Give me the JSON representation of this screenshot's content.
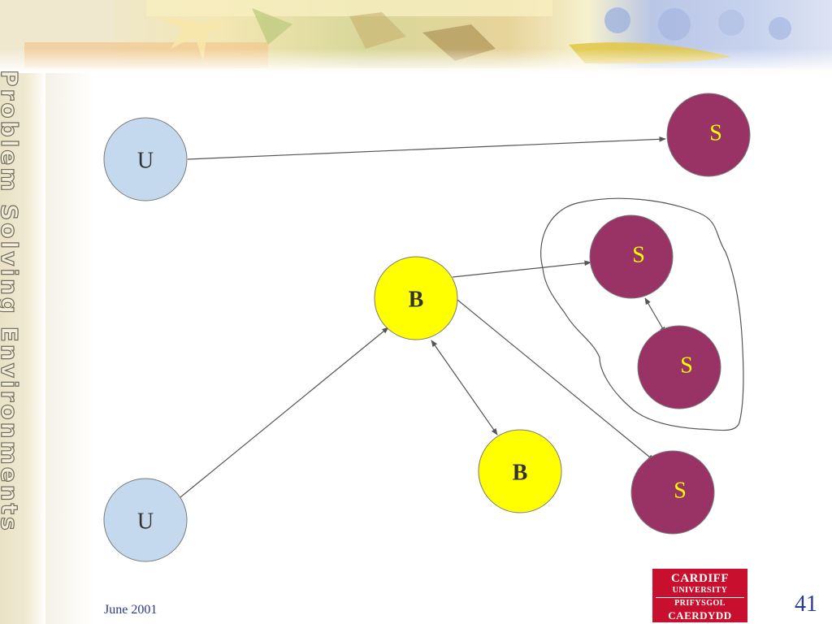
{
  "sidebar": {
    "title": "Problem Solving Environments"
  },
  "footer": {
    "date": "June 2001",
    "page_number": "41"
  },
  "logo": {
    "line1": "CARDIFF",
    "line2": "UNIVERSITY",
    "line3": "PRIFYSGOL",
    "line4": "CAERDYDD"
  },
  "diagram": {
    "colors": {
      "user": "#c5d9ee",
      "broker": "#ffff00",
      "service": "#993366",
      "service_text": "#ffff00",
      "dark_text": "#333333",
      "edge": "#555555"
    },
    "nodes": [
      {
        "id": "u1",
        "label": "U",
        "kind": "user"
      },
      {
        "id": "u2",
        "label": "U",
        "kind": "user"
      },
      {
        "id": "b1",
        "label": "B",
        "kind": "broker"
      },
      {
        "id": "b2",
        "label": "B",
        "kind": "broker"
      },
      {
        "id": "s1",
        "label": "S",
        "kind": "service"
      },
      {
        "id": "s2",
        "label": "S",
        "kind": "service"
      },
      {
        "id": "s3",
        "label": "S",
        "kind": "service"
      },
      {
        "id": "s4",
        "label": "S",
        "kind": "service"
      }
    ],
    "edges": [
      {
        "from": "u1",
        "to": "s1",
        "direction": "forward"
      },
      {
        "from": "u2",
        "to": "b1",
        "direction": "forward"
      },
      {
        "from": "b1",
        "to": "s2",
        "direction": "forward"
      },
      {
        "from": "b1",
        "to": "s4",
        "direction": "forward"
      },
      {
        "from": "b1",
        "to": "b2",
        "direction": "both"
      },
      {
        "from": "s2",
        "to": "s3",
        "direction": "both"
      }
    ]
  }
}
